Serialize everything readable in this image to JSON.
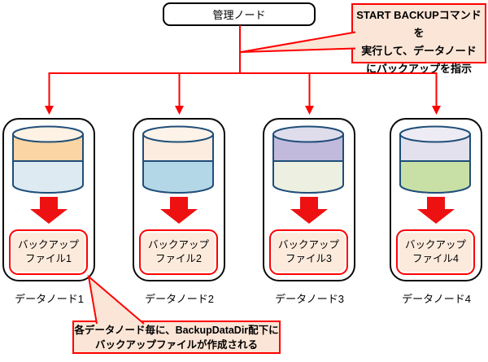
{
  "title": "データノードバックアップ構成図",
  "colors": {
    "line_red": "#ff0000",
    "block_arrow_red": "#ee1111",
    "callout_bg": "#fbe5d6",
    "backup_box_bg": "#fcebdd",
    "cylinder_border": "#1f4e79",
    "node_border": "#000000"
  },
  "management_node": {
    "label": "管理ノード"
  },
  "top_callout": {
    "lines": [
      "START BACKUPコマンドを",
      "実行して、データノード",
      "にバックアップを指示"
    ]
  },
  "bottom_callout": {
    "lines": [
      "各データノード毎に、BackupDataDir配下に",
      "バックアップファイルが作成される"
    ]
  },
  "nodes": [
    {
      "label": "データノード1",
      "backup_file": [
        "バックアップ",
        "ファイル1"
      ],
      "cylinder": {
        "top": "#fdf2e4",
        "upper": "#fbd5a3",
        "lower": "#ddeaf2"
      }
    },
    {
      "label": "データノード2",
      "backup_file": [
        "バックアップ",
        "ファイル2"
      ],
      "cylinder": {
        "top": "#fdf3e9",
        "upper": "#fbecdf",
        "lower": "#b3d7e7"
      }
    },
    {
      "label": "データノード3",
      "backup_file": [
        "バックアップ",
        "ファイル3"
      ],
      "cylinder": {
        "top": "#dfdcec",
        "upper": "#c1badc",
        "lower": "#edf0e0"
      }
    },
    {
      "label": "データノード4",
      "backup_file": [
        "バックアップ",
        "ファイル4"
      ],
      "cylinder": {
        "top": "#edecf4",
        "upper": "#e3e1ed",
        "lower": "#c8dfa6"
      }
    }
  ]
}
